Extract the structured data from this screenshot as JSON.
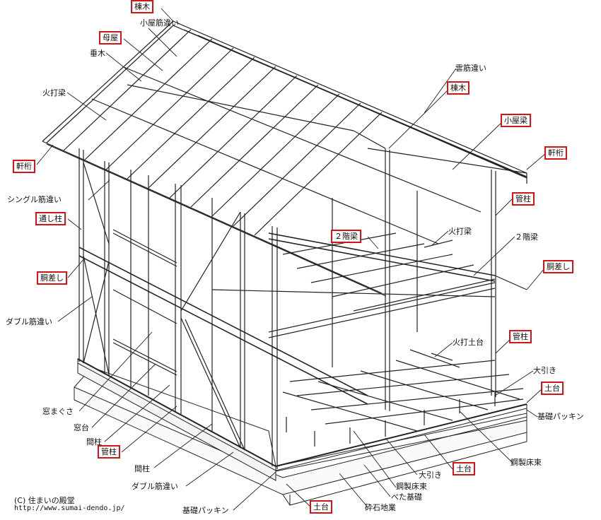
{
  "labels": {
    "muneki_top": "棟木",
    "koya_sujikai": "小屋筋違い",
    "moya": "母屋",
    "taruki": "垂木",
    "hiuchibari_left": "火打梁",
    "nokigeta_left": "軒桁",
    "single_sujikai": "シングル筋違い",
    "toshibashira": "通し柱",
    "dosashi_left": "胴差し",
    "double_sujikai_left": "ダブル筋違い",
    "madomagusa": "窓まぐさ",
    "madodai": "窓台",
    "mabashira_1": "間柱",
    "kudabashira_bottom": "管柱",
    "mabashira_2": "間柱",
    "double_sujikai_bottom": "ダブル筋違い",
    "kiso_packing_left": "基礎パッキン",
    "dodai_bottom": "土台",
    "saiseki_jigyo": "砕石地業",
    "beta_kiso": "べた基礎",
    "kousei_tsuka_mid": "鋼製床束",
    "obiki_mid": "大引き",
    "dodai_mid": "土台",
    "kousei_tsuka_right": "鋼製床束",
    "kiso_packing_right": "基礎パッキン",
    "dodai_right": "土台",
    "obiki_right": "大引き",
    "hiuchi_dodai": "火打土台",
    "kudabashira_right_low": "管柱",
    "dosashi_right": "胴差し",
    "nikai_bari_right": "２階梁",
    "hiuchibari_mid": "火打梁",
    "nikai_bari_center": "２階梁",
    "kudabashira_right_up": "管柱",
    "nokigeta_right": "軒桁",
    "koya_bari": "小屋梁",
    "muneki_right": "棟木",
    "kumo_sujikai": "雲筋違い"
  },
  "credit": {
    "copyright": "(C) 住まいの殿堂",
    "url": "http://www.sumai-dendo.jp/"
  },
  "colors": {
    "highlight_border": "#d01616",
    "line": "#222222",
    "background": "#ffffff"
  }
}
